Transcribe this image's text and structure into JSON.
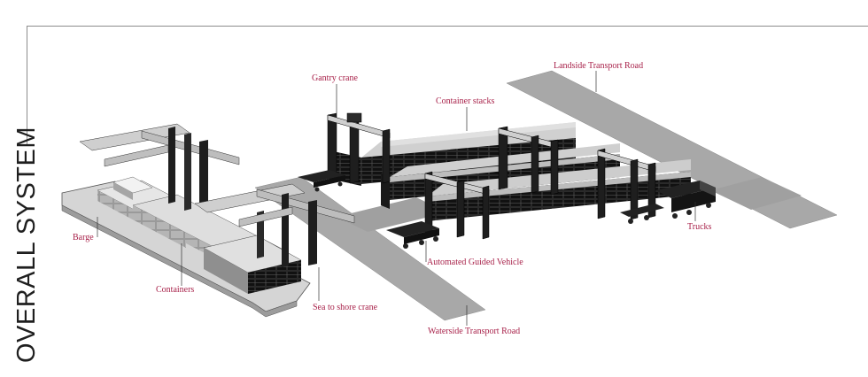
{
  "title": "OVERALL SYSTEM",
  "accent_color": "#a8224a",
  "labels": {
    "gantry_crane": "Gantry crane",
    "landside_road": "Landside Transport Road",
    "container_stacks": "Container stacks",
    "barge": "Barge",
    "trucks": "Trucks",
    "agv": "Automated Guided Vehicle",
    "containers": "Containers",
    "sea_to_shore_crane": "Sea to shore crane",
    "waterside_road": "Waterside Transport Road"
  }
}
